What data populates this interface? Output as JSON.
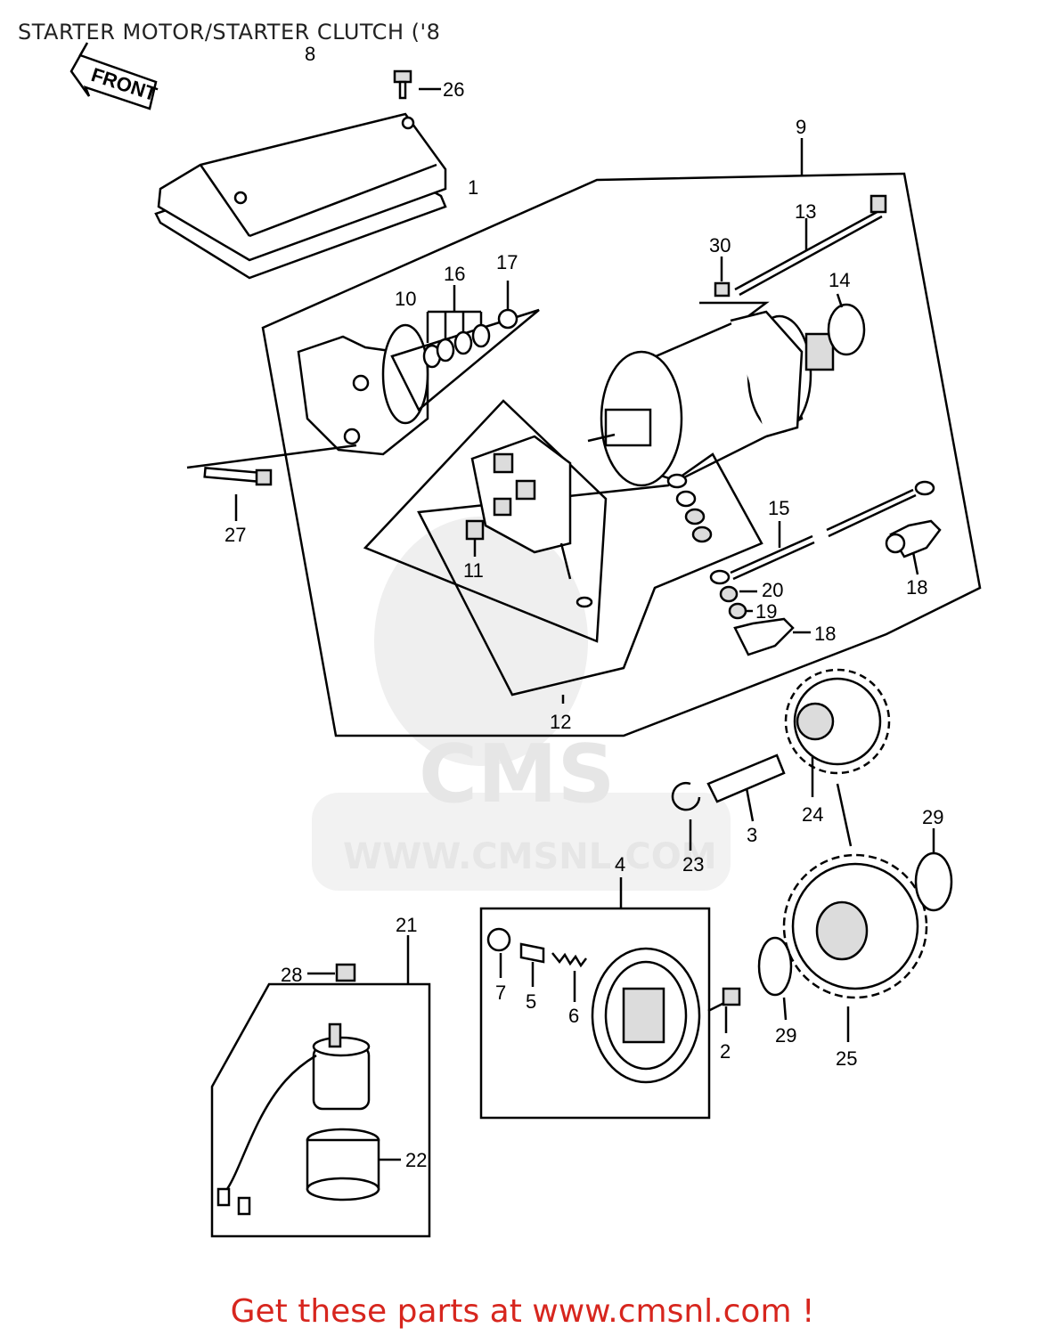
{
  "header": {
    "title": "STARTER MOTOR/STARTER CLUTCH ('8"
  },
  "footer": {
    "text": "Get these parts at www.cmsnl.com !"
  },
  "watermark": {
    "brand": "CMS",
    "url": "WWW.CMSNL.COM",
    "color": "#e6e6e6"
  },
  "front_sign": "FRONT",
  "callouts": [
    "1",
    "2",
    "3",
    "4",
    "5",
    "6",
    "7",
    "8",
    "9",
    "10",
    "11",
    "12",
    "13",
    "14",
    "15",
    "16",
    "17",
    "18",
    "18",
    "19",
    "20",
    "21",
    "22",
    "23",
    "24",
    "25",
    "26",
    "27",
    "28",
    "29",
    "29",
    "30"
  ],
  "colors": {
    "footer": "#d7261e",
    "lines": "#000000"
  }
}
